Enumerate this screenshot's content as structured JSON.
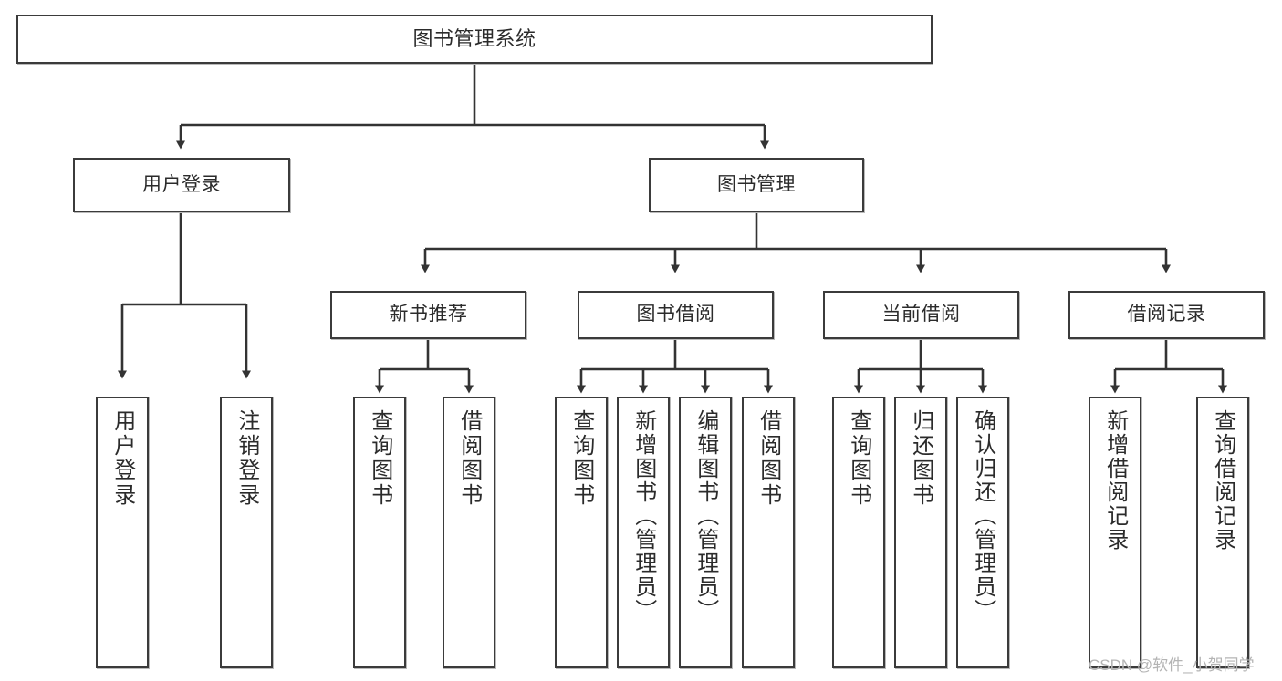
{
  "diagram": {
    "type": "hierarchy-tree",
    "title": "图书管理系统",
    "watermark": "CSDN @软件_小贺同学",
    "colors": {
      "box_border": "#3b3b3b",
      "box_fill": "#ffffff",
      "connector": "#333333",
      "text": "#2b2b2b",
      "watermark": "#b4b4b4",
      "background": "#ffffff"
    },
    "root": {
      "label": "图书管理系统"
    },
    "level2": [
      {
        "label": "用户登录"
      },
      {
        "label": "图书管理"
      }
    ],
    "level3": [
      {
        "label": "新书推荐"
      },
      {
        "label": "图书借阅"
      },
      {
        "label": "当前借阅"
      },
      {
        "label": "借阅记录"
      }
    ],
    "leaves": {
      "user_login": [
        {
          "label": "用户登录"
        },
        {
          "label": "注销登录"
        }
      ],
      "new_book_recommend": [
        {
          "label": "查询图书"
        },
        {
          "label": "借阅图书"
        }
      ],
      "book_borrow": [
        {
          "label": "查询图书"
        },
        {
          "label": "新增图书（管理员）"
        },
        {
          "label": "编辑图书（管理员）"
        },
        {
          "label": "借阅图书"
        }
      ],
      "current_borrow": [
        {
          "label": "查询图书"
        },
        {
          "label": "归还图书"
        },
        {
          "label": "确认归还（管理员）"
        }
      ],
      "borrow_record": [
        {
          "label": "新增借阅记录"
        },
        {
          "label": "查询借阅记录"
        }
      ]
    }
  }
}
